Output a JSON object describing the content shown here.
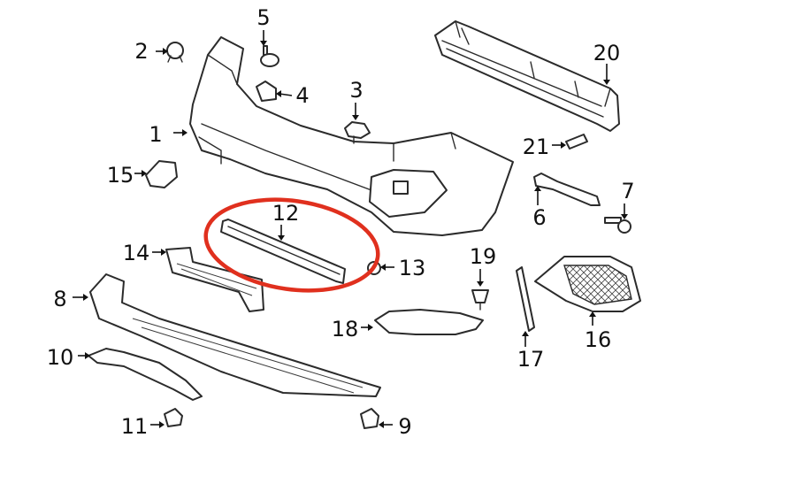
{
  "highlight_color": "#e0301e",
  "highlighted_part": "12",
  "callouts": {
    "c1": "1",
    "c2": "2",
    "c3": "3",
    "c4": "4",
    "c5": "5",
    "c6": "6",
    "c7": "7",
    "c8": "8",
    "c9": "9",
    "c10": "10",
    "c11": "11",
    "c12": "12",
    "c13": "13",
    "c14": "14",
    "c15": "15",
    "c16": "16",
    "c17": "17",
    "c18": "18",
    "c19": "19",
    "c20": "20",
    "c21": "21"
  }
}
